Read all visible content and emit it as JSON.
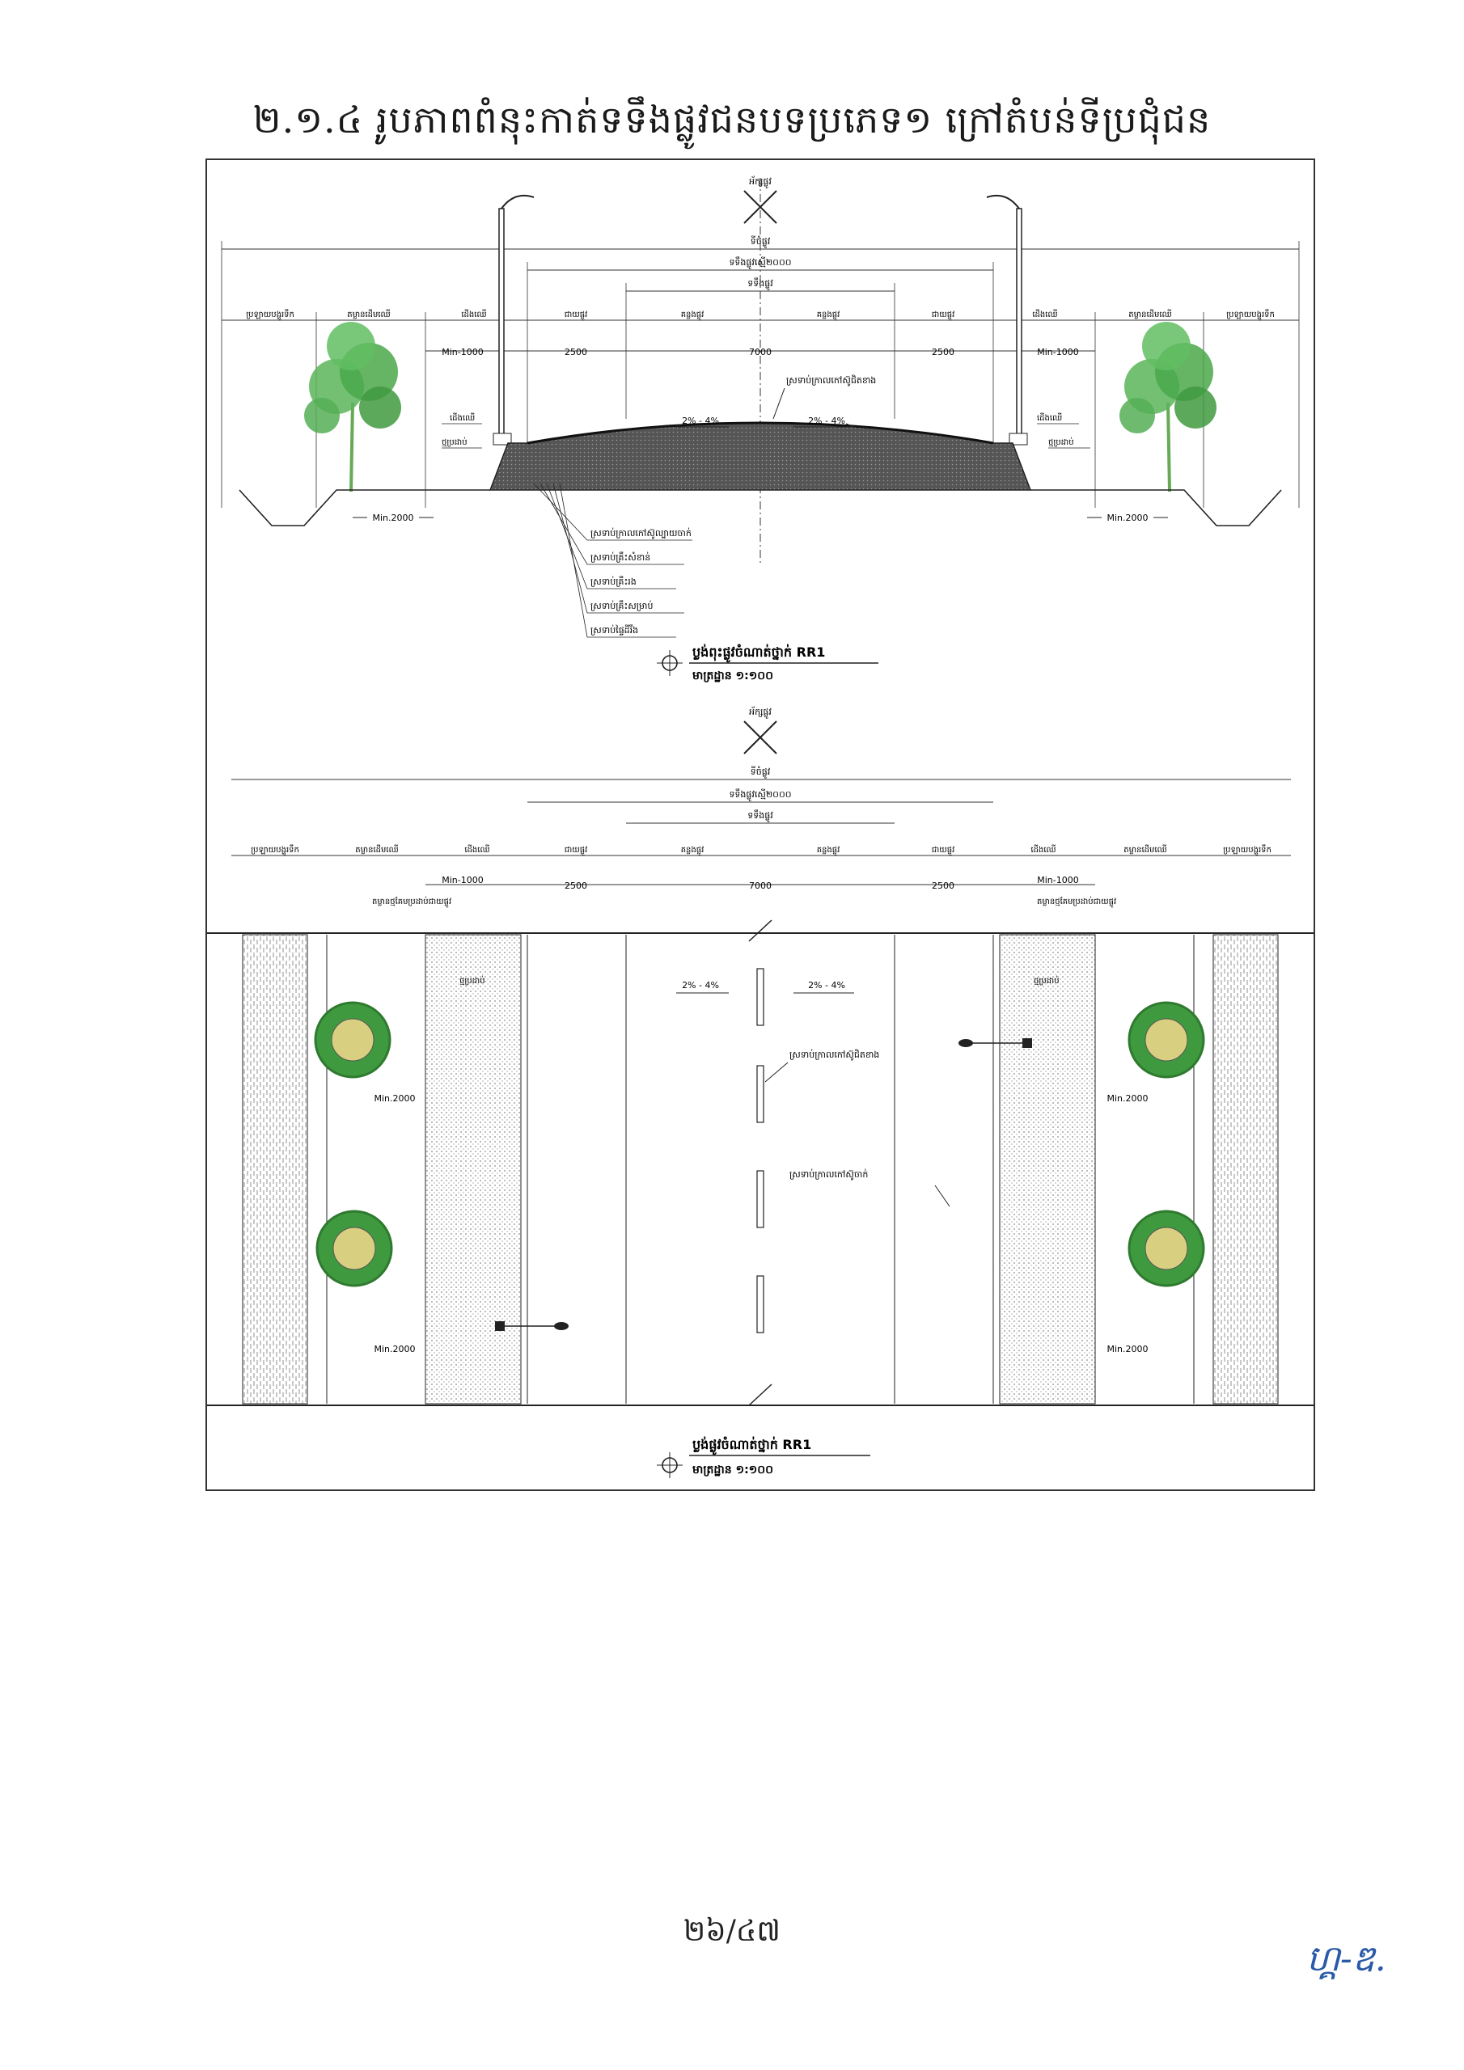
{
  "page": {
    "title": "២.១.៤ រូបភាពពំនុះកាត់ទទឹងផ្លូវជនបទប្រភេទ១ ក្រៅតំបន់ទីប្រជុំជន",
    "page_number": "២៦/៤៧",
    "initials": "ហ្គ-ឌ."
  },
  "cross_section": {
    "axis_label": "អ័ក្សផ្លូវ",
    "total_width": "ទីចំផ្លូវ",
    "paved_width": "ទទឹងផ្លូវស្មើ២០០០",
    "carriageway": "ទទឹងផ្លូវ",
    "segments": [
      "ប្រឡាយបង្ហូរទឹក",
      "តម្លានដើមឈើ",
      "ដើងឈើ",
      "ជាយផ្លូវ",
      "គន្លងផ្លូវ",
      "គន្លងផ្លូវ",
      "ជាយផ្លូវ",
      "ដើងឈើ",
      "តម្លានដើមឈើ",
      "ប្រឡាយបង្ហូរទឹក"
    ],
    "dims": {
      "min1000_left": "Min-1000",
      "d2500_left": "2500",
      "d7000": "7000",
      "d2500_right": "2500",
      "min1000_right": "Min-1000",
      "min2000_left": "Min.2000",
      "min2000_right": "Min.2000"
    },
    "slope_left": "2% - 4%",
    "slope_right": "2% - 4%",
    "center_marking": "ស្រទាប់ក្រាលកៅស៊ូជិតខាង",
    "sidewalk_left": "ដើងឈើ",
    "sidewalk_right": "ដើងឈើ",
    "curb_left": "ថ្មប្រដាប់",
    "curb_right": "ថ្មប្រដាប់",
    "layers": [
      "ស្រទាប់ក្រាលកៅស៊ូល្បាយចាក់",
      "ស្រទាប់គ្រឹះសំខាន់",
      "ស្រទាប់គ្រឹះរង",
      "ស្រទាប់គ្រឹះសម្រាប់",
      "ស្រទាប់ផ្ទៃដីរឹង"
    ],
    "caption": "ប្លង់ពុះផ្លូវចំណាត់ថ្នាក់ RR1",
    "scale": "មាត្រដ្ឋាន ១:១០០"
  },
  "plan": {
    "axis_label": "អ័ក្សផ្លូវ",
    "total_width": "ទីចំផ្លូវ",
    "paved_width": "ទទឹងផ្លូវស្មើ២០០០",
    "carriageway": "ទទឹងផ្លូវ",
    "segments": [
      "ប្រឡាយបង្ហូរទឹក",
      "តម្លានដើមឈើ",
      "ដើងឈើ",
      "ជាយផ្លូវ",
      "គន្លងផ្លូវ",
      "គន្លងផ្លូវ",
      "ជាយផ្លូវ",
      "ដើងឈើ",
      "តម្លានដើមឈើ",
      "ប្រឡាយបង្ហូរទឹក"
    ],
    "dims": {
      "min1000_left": "Min-1000",
      "d2500_left": "2500",
      "d7000": "7000",
      "d2500_right": "2500",
      "min1000_right": "Min-1000",
      "min2000_tl": "Min.2000",
      "min2000_tr": "Min.2000",
      "min2000_bl": "Min.2000",
      "min2000_br": "Min.2000"
    },
    "curb_note_left": "តម្លានថ្មគែមប្រដាប់ជាយផ្លូវ",
    "curb_note_right": "តម្លានថ្មគែមប្រដាប់ជាយផ្លូវ",
    "sidewalk_tag_left": "ថ្មប្រដាប់",
    "sidewalk_tag_right": "ថ្មប្រដាប់",
    "slope_left": "2% - 4%",
    "slope_right": "2% - 4%",
    "marking_center": "ស្រទាប់ក្រាលកៅស៊ូជិតខាង",
    "marking_edge": "ស្រទាប់ក្រាលកៅស៊ូចាក់",
    "caption": "ប្លង់ផ្លូវចំណាត់ថ្នាក់ RR1",
    "scale": "មាត្រដ្ឋាន ១:១០០"
  },
  "colors": {
    "tree_green": "#4aa84a",
    "tree_dark": "#2f7a2f",
    "tree_center": "#d8d080",
    "ink": "#222222",
    "dots": "#8a8a8a"
  }
}
